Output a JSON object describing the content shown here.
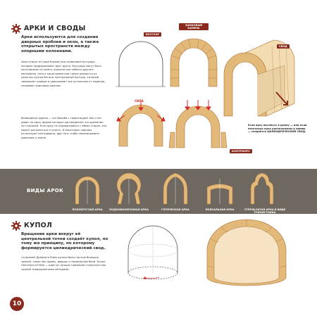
{
  "section1": {
    "title": "АРКИ И СВОДЫ",
    "lead": "Арки используются для создания дверных пробоев и окон, а также открытых пространств между опорными колоннами.",
    "para1": "Арки строят из ряда блоков под названием вуссуары, которые поддерживают друг друга. Вуссуары могут быть изготовлены из камня, кирпича или любого другого материала, хотя в наши время они также делаются из цельных кусков бетона. Центральный вуссуар, который завершает кривую и удерживает все остальные от падения, называют замковым камнем.",
    "para2": "Возведение здания — это борьба с гравитацией. Вес стен давит на арки, форма которых распределяет это давление по сторонам. Если арку не поддерживать с обеих сторон, она может расколоться и упасть. В некоторых зданиях используют контрфорсы, две того чтобы перенаправить давление к земле.",
    "tag_voussoir": "ВУССУАР",
    "tag_keystone": "ЗАМКОВЫЙ КАМЕНЬ",
    "tag_vault": "СВОД",
    "tag_buttress": "КОНТРФОРС",
    "force_label": "СИЛА",
    "vault_note": "Если арку вытянуть в длину — или если несколько арок расположены в линию — создаётся ЦИЛИНДРИЧЕСКИЙ СВОД."
  },
  "band": {
    "label": "ВИДЫ АРОК",
    "arches": [
      "ПОЛУКРУГЛАЯ АРКА",
      "ПОДКОВООБРАЗНАЯ АРКА",
      "ГОТИЧЕСКАЯ АРКА",
      "ПОЯСАЛЬНАЯ АРКА",
      "СТРЕЛЬЧАТАЯ АРКА В ВИДЕ ТРИЛИСТНИКА"
    ]
  },
  "section2": {
    "title": "КУПОЛ",
    "lead": "Вращение арки вокруг её центральной точки создаёт купол, по тому же принципу, по которому формируется цилиндрический свод.",
    "para1": "Со времён Древнего Рима купола были частью больших зданий, таких как храмы, дворцы и термальные бани. Купол Пантеона в Риме — один из лучших примеров строительства зданий традиционными методами."
  },
  "page_number": "10",
  "colors": {
    "accent": "#8a2a1e",
    "brick": "#e3b97a",
    "brick_dark": "#c98f4e",
    "band": "#6e6860",
    "force": "#d62828"
  }
}
